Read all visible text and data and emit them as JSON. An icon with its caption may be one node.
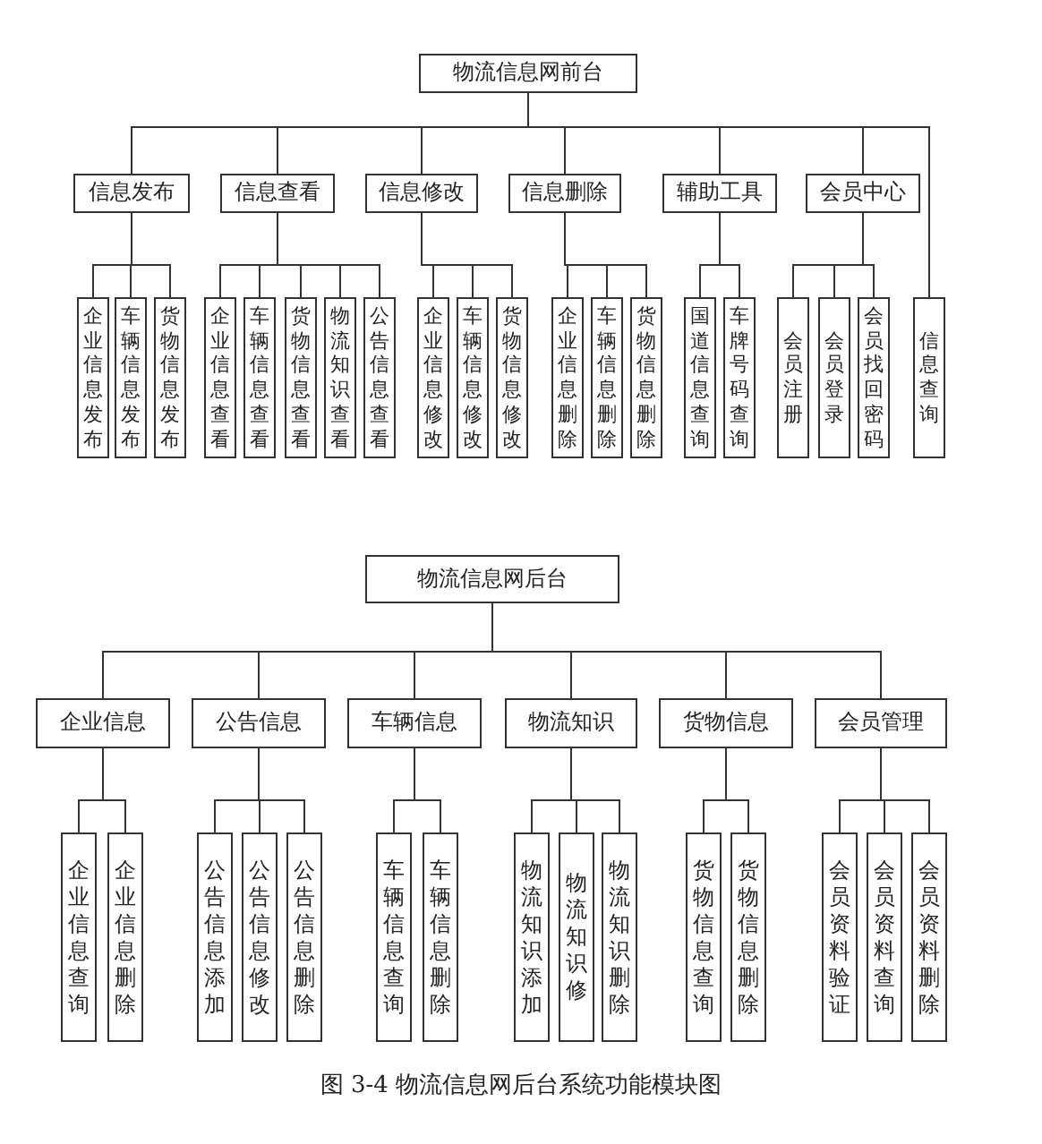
{
  "diagram": {
    "caption": "图 3-4 物流信息网后台系统功能模块图",
    "nodes": [
      {
        "text": [
          "物流信息网前台"
        ]
      },
      {
        "text": [
          "信息发布"
        ]
      },
      {
        "text": [
          "信息查看"
        ]
      },
      {
        "text": [
          "信息修改"
        ]
      },
      {
        "text": [
          "信息删除"
        ]
      },
      {
        "text": [
          "辅助工具"
        ]
      },
      {
        "text": [
          "会员中心"
        ]
      },
      {
        "text": [
          "企业信息发布"
        ]
      },
      {
        "text": [
          "车辆信息发布"
        ]
      },
      {
        "text": [
          "货物信息发布"
        ]
      },
      {
        "text": [
          "企业信息查看"
        ]
      },
      {
        "text": [
          "车辆信息查看"
        ]
      },
      {
        "text": [
          "货物信息查看"
        ]
      },
      {
        "text": [
          "物流知识查看"
        ]
      },
      {
        "text": [
          "公告信息查看"
        ]
      },
      {
        "text": [
          "企业信息修改"
        ]
      },
      {
        "text": [
          "车辆信息修改"
        ]
      },
      {
        "text": [
          "货物信息修改"
        ]
      },
      {
        "text": [
          "企业信息删除"
        ]
      },
      {
        "text": [
          "车辆信息删除"
        ]
      },
      {
        "text": [
          "货物信息删除"
        ]
      },
      {
        "text": [
          "国道信息查询"
        ]
      },
      {
        "text": [
          "车牌号码查询"
        ]
      },
      {
        "text": [
          "会员注册"
        ]
      },
      {
        "text": [
          "会员登录"
        ]
      },
      {
        "text": [
          "会员找回密码"
        ]
      },
      {
        "text": [
          "信息查询"
        ]
      },
      {
        "text": [
          "物流信息网后台"
        ]
      },
      {
        "text": [
          "企业信息"
        ]
      },
      {
        "text": [
          "公告信息"
        ]
      },
      {
        "text": [
          "车辆信息"
        ]
      },
      {
        "text": [
          "物流知识"
        ]
      },
      {
        "text": [
          "货物信息"
        ]
      },
      {
        "text": [
          "会员管理"
        ]
      },
      {
        "text": [
          "企业信息查询"
        ]
      },
      {
        "text": [
          "企业信息删除"
        ]
      },
      {
        "text": [
          "公告信息添加"
        ]
      },
      {
        "text": [
          "公告信息修改"
        ]
      },
      {
        "text": [
          "公告信息删除"
        ]
      },
      {
        "text": [
          "车辆信息查询"
        ]
      },
      {
        "text": [
          "车辆信息删除"
        ]
      },
      {
        "text": [
          "物流知识添加"
        ]
      },
      {
        "text": [
          "物流知识修"
        ]
      },
      {
        "text": [
          "物流知识删除"
        ]
      },
      {
        "text": [
          "货物信息查询"
        ]
      },
      {
        "text": [
          "货物信息删除"
        ]
      },
      {
        "text": [
          "会员资料验证"
        ]
      },
      {
        "text": [
          "会员资料查询"
        ]
      },
      {
        "text": [
          "会员资料删除"
        ]
      }
    ],
    "edges": [
      {
        "from": 0,
        "to": 1,
        "arrow": "none"
      },
      {
        "from": 0,
        "to": 2,
        "arrow": "none"
      },
      {
        "from": 0,
        "to": 3,
        "arrow": "none"
      },
      {
        "from": 0,
        "to": 4,
        "arrow": "none"
      },
      {
        "from": 0,
        "to": 5,
        "arrow": "none"
      },
      {
        "from": 0,
        "to": 6,
        "arrow": "none"
      },
      {
        "from": 0,
        "to": 26,
        "arrow": "none"
      },
      {
        "from": 1,
        "to": 7,
        "arrow": "none"
      },
      {
        "from": 1,
        "to": 8,
        "arrow": "none"
      },
      {
        "from": 1,
        "to": 9,
        "arrow": "none"
      },
      {
        "from": 2,
        "to": 10,
        "arrow": "none"
      },
      {
        "from": 2,
        "to": 11,
        "arrow": "none"
      },
      {
        "from": 2,
        "to": 12,
        "arrow": "none"
      },
      {
        "from": 2,
        "to": 13,
        "arrow": "none"
      },
      {
        "from": 2,
        "to": 14,
        "arrow": "none"
      },
      {
        "from": 3,
        "to": 15,
        "arrow": "none"
      },
      {
        "from": 3,
        "to": 16,
        "arrow": "none"
      },
      {
        "from": 3,
        "to": 17,
        "arrow": "none"
      },
      {
        "from": 4,
        "to": 18,
        "arrow": "none"
      },
      {
        "from": 4,
        "to": 19,
        "arrow": "none"
      },
      {
        "from": 4,
        "to": 20,
        "arrow": "none"
      },
      {
        "from": 5,
        "to": 21,
        "arrow": "none"
      },
      {
        "from": 5,
        "to": 22,
        "arrow": "none"
      },
      {
        "from": 6,
        "to": 23,
        "arrow": "none"
      },
      {
        "from": 6,
        "to": 24,
        "arrow": "none"
      },
      {
        "from": 6,
        "to": 25,
        "arrow": "none"
      },
      {
        "from": 27,
        "to": 28,
        "arrow": "none"
      },
      {
        "from": 27,
        "to": 29,
        "arrow": "none"
      },
      {
        "from": 27,
        "to": 30,
        "arrow": "none"
      },
      {
        "from": 27,
        "to": 31,
        "arrow": "none"
      },
      {
        "from": 27,
        "to": 32,
        "arrow": "none"
      },
      {
        "from": 27,
        "to": 33,
        "arrow": "none"
      },
      {
        "from": 28,
        "to": 34,
        "arrow": "none"
      },
      {
        "from": 28,
        "to": 35,
        "arrow": "none"
      },
      {
        "from": 29,
        "to": 36,
        "arrow": "none"
      },
      {
        "from": 29,
        "to": 37,
        "arrow": "none"
      },
      {
        "from": 29,
        "to": 38,
        "arrow": "none"
      },
      {
        "from": 30,
        "to": 39,
        "arrow": "none"
      },
      {
        "from": 30,
        "to": 40,
        "arrow": "none"
      },
      {
        "from": 31,
        "to": 41,
        "arrow": "none"
      },
      {
        "from": 31,
        "to": 42,
        "arrow": "none"
      },
      {
        "from": 31,
        "to": 43,
        "arrow": "none"
      },
      {
        "from": 32,
        "to": 44,
        "arrow": "none"
      },
      {
        "from": 32,
        "to": 45,
        "arrow": "none"
      },
      {
        "from": 33,
        "to": 46,
        "arrow": "none"
      },
      {
        "from": 33,
        "to": 47,
        "arrow": "none"
      },
      {
        "from": 33,
        "to": 48,
        "arrow": "none"
      }
    ]
  }
}
